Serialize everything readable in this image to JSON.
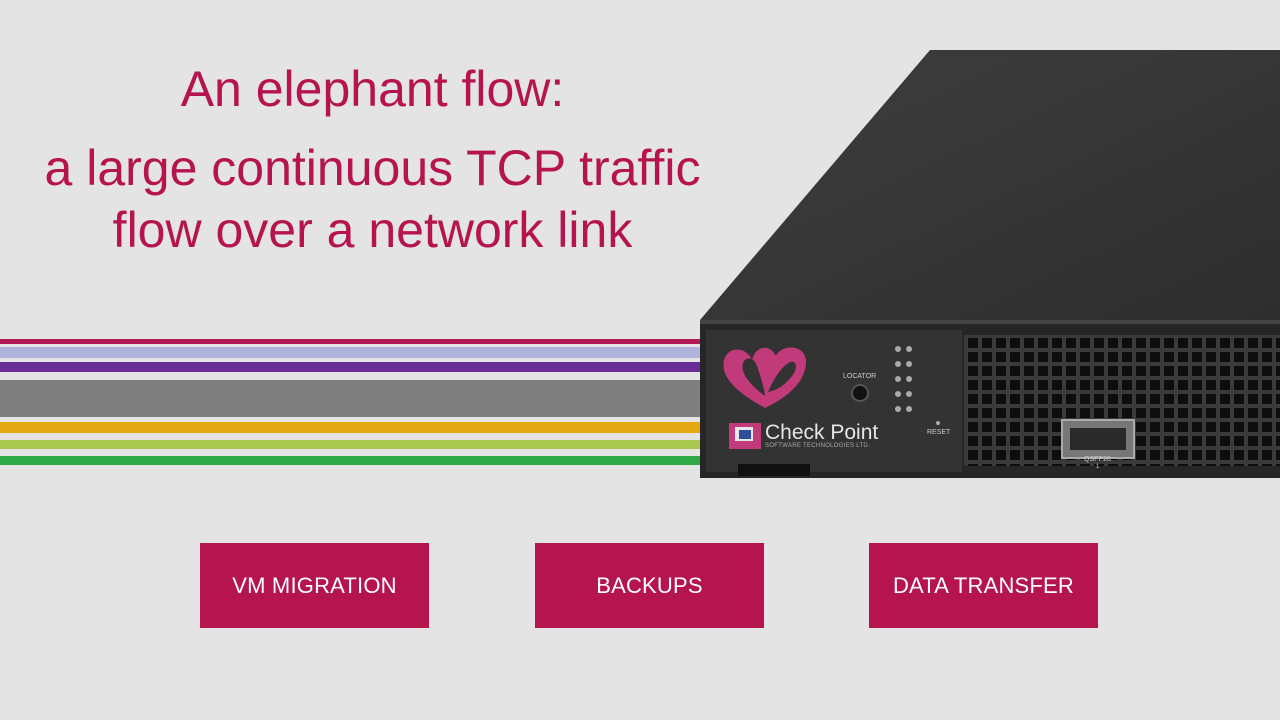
{
  "headline": {
    "line1": "An elephant flow:",
    "line2": "a large continuous TCP traffic",
    "line3": "flow over a network link"
  },
  "streams": [
    {
      "name": "magenta-stream",
      "color": "#b21a55"
    },
    {
      "name": "lavender-stream",
      "color": "#b0b4dd"
    },
    {
      "name": "purple-stream",
      "color": "#6a2d96"
    },
    {
      "name": "gray-stream",
      "color": "#7f7f7f"
    },
    {
      "name": "amber-stream",
      "color": "#e3a814"
    },
    {
      "name": "lime-stream",
      "color": "#a9c74e"
    },
    {
      "name": "green-stream",
      "color": "#2eab48"
    }
  ],
  "appliance": {
    "brand": "Check Point",
    "brand_sub": "SOFTWARE TECHNOLOGIES LTD.",
    "locator_label": "LOCATOR",
    "reset_label": "RESET",
    "port_label": "QSFP28",
    "port_number": "1"
  },
  "buttons": [
    {
      "label": "VM MIGRATION"
    },
    {
      "label": "BACKUPS"
    },
    {
      "label": "DATA TRANSFER"
    }
  ],
  "colors": {
    "accent": "#b5144f",
    "background": "#e4e4e4",
    "device": "#2c2c2c"
  }
}
